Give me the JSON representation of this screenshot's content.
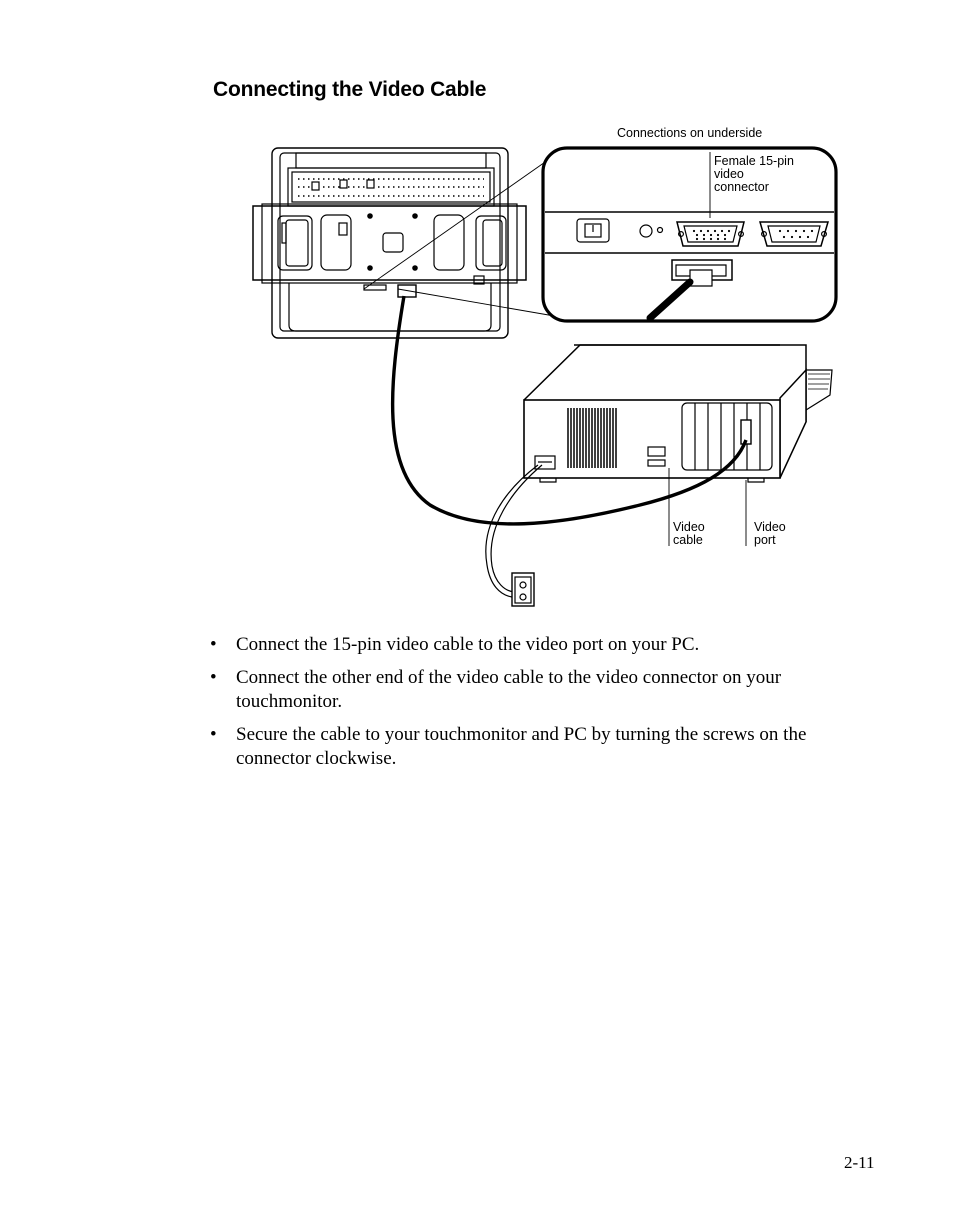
{
  "section": {
    "title": "Connecting the Video Cable"
  },
  "figure": {
    "callout_title": "Connections on underside",
    "connector_label": [
      "Female 15-pin",
      "video",
      "connector"
    ],
    "cable_label": [
      "Video",
      "cable"
    ],
    "port_label": [
      "Video",
      "port"
    ]
  },
  "steps": [
    {
      "bullet": "•",
      "text": "Connect the 15-pin video cable to the video port on your PC."
    },
    {
      "bullet": "•",
      "text": "Connect the other end of the video cable to the video connector on your touchmonitor."
    },
    {
      "bullet": "•",
      "text": "Secure the cable to your touchmonitor and PC by turning the screws on the connector clockwise."
    }
  ],
  "footer": {
    "page_number": "2-11"
  }
}
